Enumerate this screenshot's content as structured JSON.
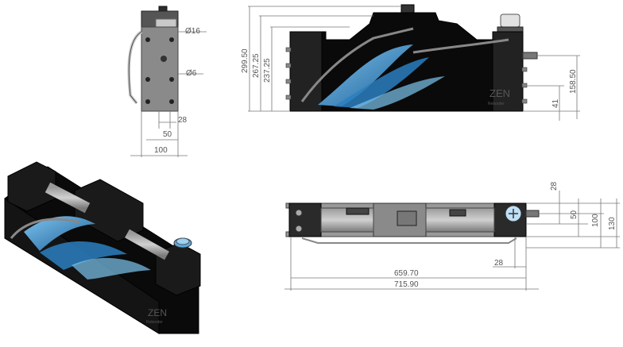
{
  "side_view": {
    "dims": {
      "d16": "Ø16",
      "d6": "Ø6",
      "w28": "28",
      "w50": "50",
      "w100": "100"
    }
  },
  "front_view": {
    "logo": "ZEN",
    "logo_sub": "Reborder",
    "dims": {
      "h299": "299.50",
      "h267": "267.25",
      "h237": "237.25",
      "h158": "158.50",
      "h41": "41"
    }
  },
  "iso_view": {
    "logo": "ZEN",
    "logo_sub": "Reborder"
  },
  "top_view": {
    "dims": {
      "v28": "28",
      "v50": "50",
      "v100": "100",
      "v130": "130",
      "h28": "28",
      "h659": "659.70",
      "h715": "715.90"
    }
  },
  "colors": {
    "accent_blue": "#2a7fc0",
    "light_blue": "#7cc4ee",
    "body": "#0a0a0a",
    "cap": "#5fa9d6"
  }
}
